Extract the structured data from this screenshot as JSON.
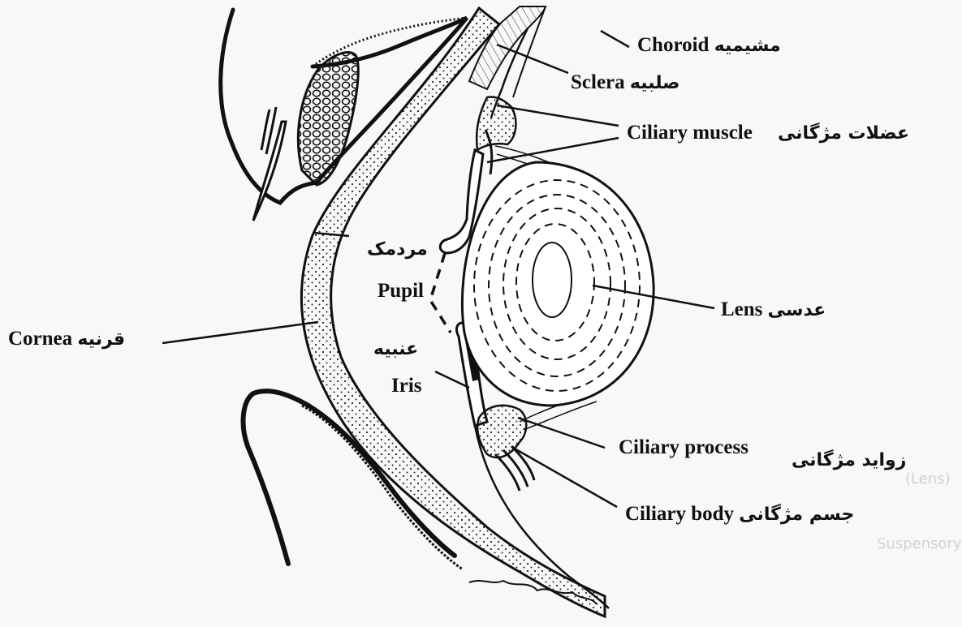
{
  "diagram": {
    "labels": {
      "choroid_en": "Choroid",
      "choroid_fa": "مشیمیه",
      "sclera_en": "Sclera",
      "sclera_fa": "صلبیه",
      "ciliary_muscle_en": "Ciliary muscle",
      "ciliary_muscle_fa": "عضلات مژگانی",
      "pupil_fa": "مردمک",
      "pupil_en": "Pupil",
      "lens_en": "Lens",
      "lens_fa": "عدسی",
      "cornea_en": "Cornea",
      "cornea_fa": "قرنیه",
      "iris_fa": "عنبیه",
      "iris_en": "Iris",
      "ciliary_process_en": "Ciliary process",
      "ciliary_process_fa": "زواید مژگانی",
      "ciliary_body_en": "Ciliary body",
      "ciliary_body_fa": "جسم مژگانی"
    },
    "background_text": {
      "lens_en": "(Lens)",
      "suspensory": "Suspensory"
    },
    "colors": {
      "ink": "#111111",
      "paper": "#f8f8f6",
      "bleed_through": "#d2d2d0"
    }
  }
}
